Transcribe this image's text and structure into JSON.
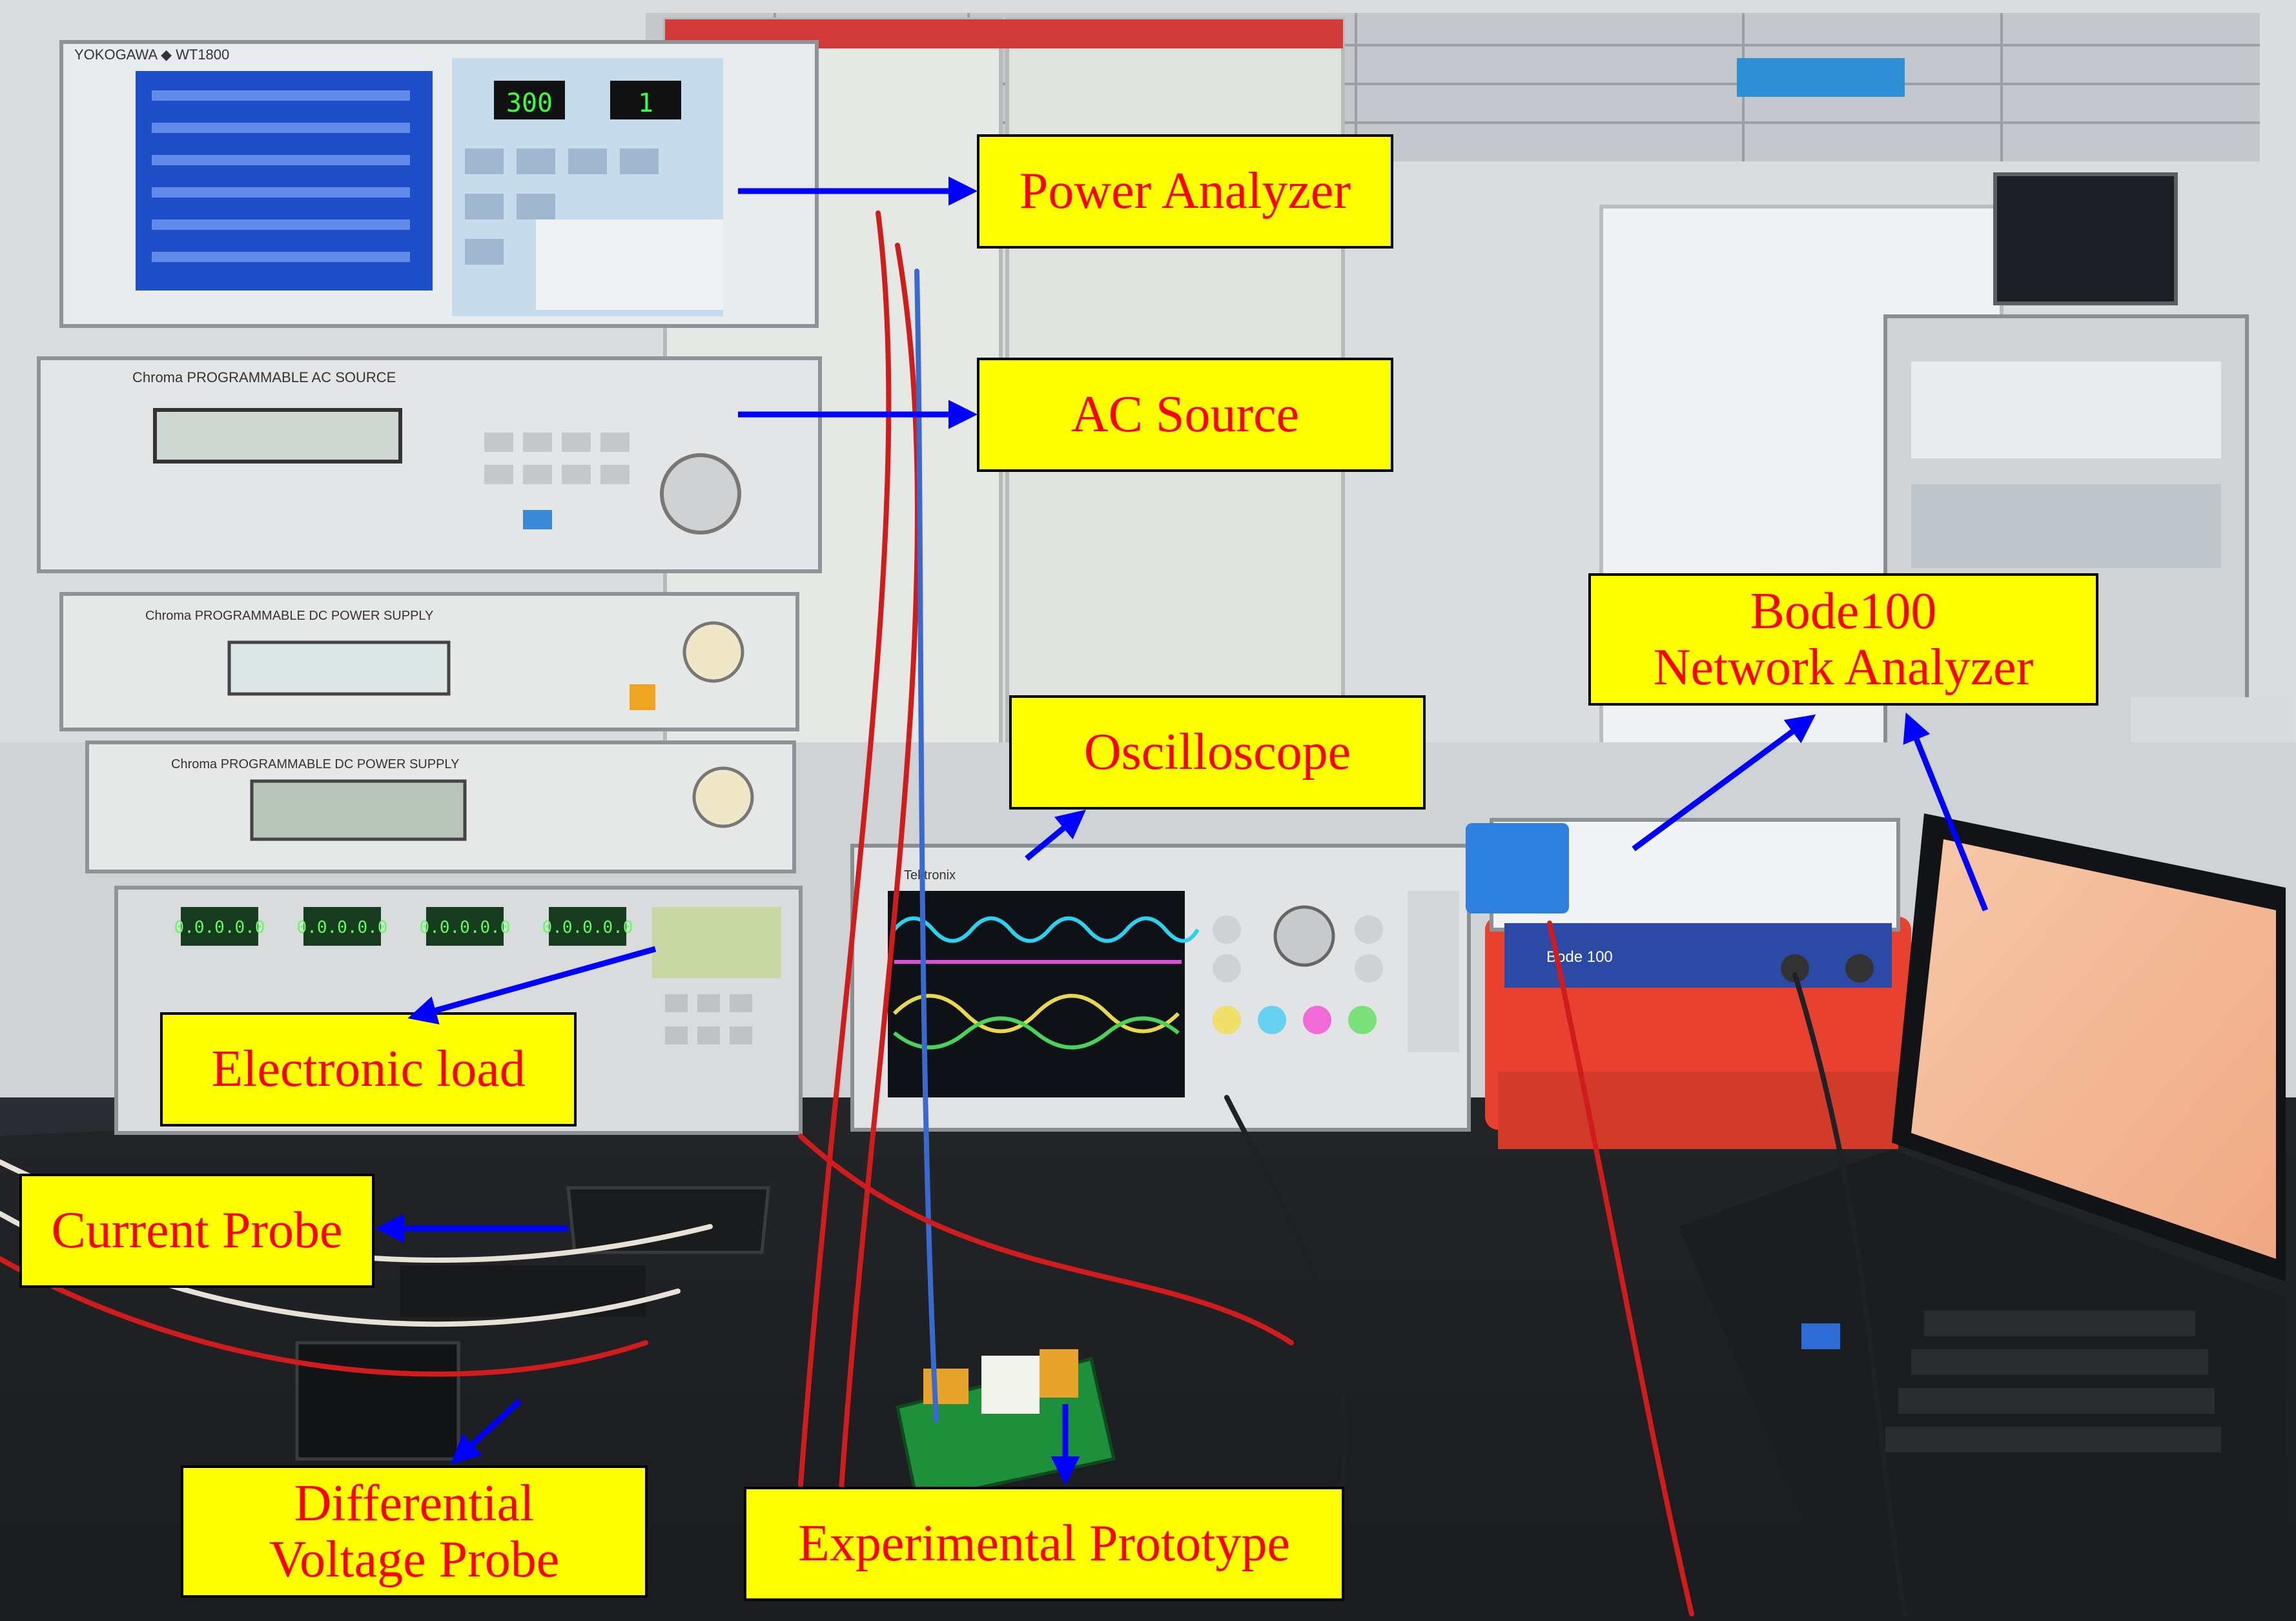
{
  "figure": {
    "description": "Photograph of an experimental test bench with labeled instruments",
    "colors": {
      "label_background": "#ffff00",
      "label_text": "#ff0000",
      "label_border": "#000000",
      "arrow": "#0000ff"
    }
  },
  "labels": {
    "power_analyzer": "Power Analyzer",
    "ac_source": "AC Source",
    "oscilloscope": "Oscilloscope",
    "network_analyzer": "Bode100\nNetwork Analyzer",
    "electronic_load": "Electronic load",
    "current_probe": "Current Probe",
    "differential_probe": "Differential\nVoltage Probe",
    "prototype": "Experimental Prototype"
  },
  "instrument_text": {
    "power_analyzer_brand": "YOKOGAWA ◆ WT1800",
    "power_analyzer_reading_1": "300",
    "power_analyzer_reading_2": "1",
    "ac_source_brand": "Chroma  PROGRAMMABLE AC SOURCE",
    "dc_supply_brand": "Chroma  PROGRAMMABLE DC POWER SUPPLY",
    "load_readout": "0.0.0.0.0",
    "scope_brand": "Tektronix",
    "bode_brand": "Bode 100",
    "rack_brand": "Chroma"
  }
}
